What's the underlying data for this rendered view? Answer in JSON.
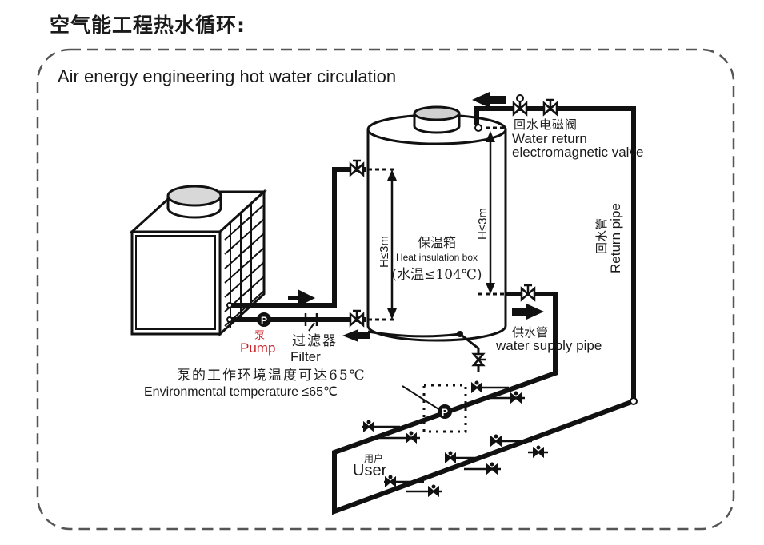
{
  "title": "空气能工程热水循环:",
  "diagram": {
    "subtitle": "Air energy engineering hot water circulation",
    "tank": {
      "label_cn": "保温箱",
      "label_en": "Heat insulation box",
      "temp_note": "(水温≤104℃)",
      "height_left": "H≤3m",
      "height_right": "H≤3m"
    },
    "return_valve": {
      "label_cn": "回水电磁阀",
      "label_en_line1": "Water return",
      "label_en_line2": "electromagnetic valve"
    },
    "return_pipe": {
      "label_cn": "回水管",
      "label_en": "Return pipe"
    },
    "supply_pipe": {
      "label_cn": "供水管",
      "label_en": "water supply pipe"
    },
    "pump": {
      "label_cn": "泵",
      "label_en": "Pump",
      "symbol": "P",
      "color": "#c8262b"
    },
    "filter": {
      "label_cn": "过滤器",
      "label_en": "Filter"
    },
    "pump_env": {
      "label_cn": "泵的工作环境温度可达65℃",
      "label_en": "Environmental temperature ≤65℃"
    },
    "user": {
      "label_cn": "用户",
      "label_en": "User"
    }
  }
}
